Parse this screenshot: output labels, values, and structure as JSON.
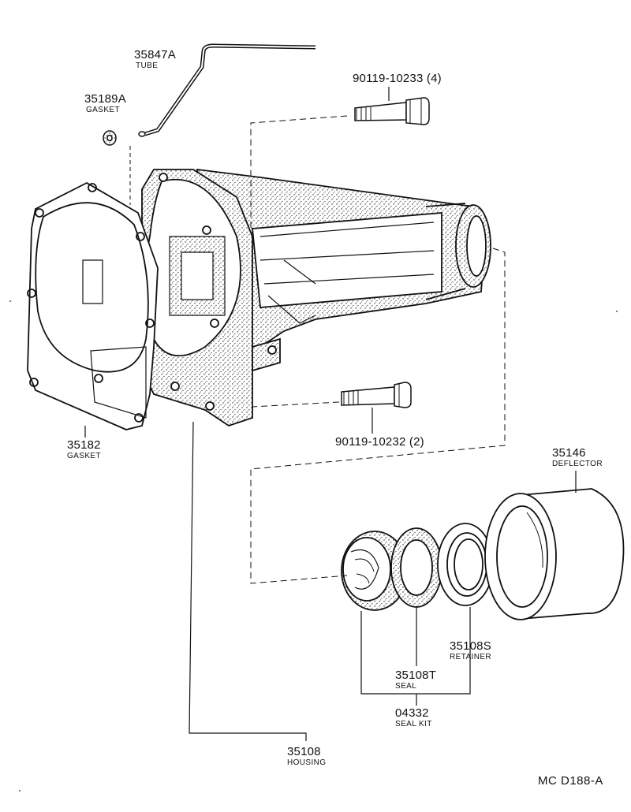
{
  "parts": {
    "tube": {
      "number": "35847A",
      "name": "TUBE"
    },
    "gasket_small": {
      "number": "35189A",
      "name": "GASKET"
    },
    "bolt_upper": {
      "number": "90119-10233 (4)"
    },
    "gasket_main": {
      "number": "35182",
      "name": "GASKET"
    },
    "bolt_lower": {
      "number": "90119-10232 (2)"
    },
    "deflector": {
      "number": "35146",
      "name": "DEFLECTOR"
    },
    "retainer": {
      "number": "35108S",
      "name": "RETAINER"
    },
    "seal": {
      "number": "35108T",
      "name": "SEAL"
    },
    "seal_kit": {
      "number": "04332",
      "name": "SEAL KIT"
    },
    "housing": {
      "number": "35108",
      "name": "HOUSING"
    }
  },
  "reference": "MC  D188-A"
}
